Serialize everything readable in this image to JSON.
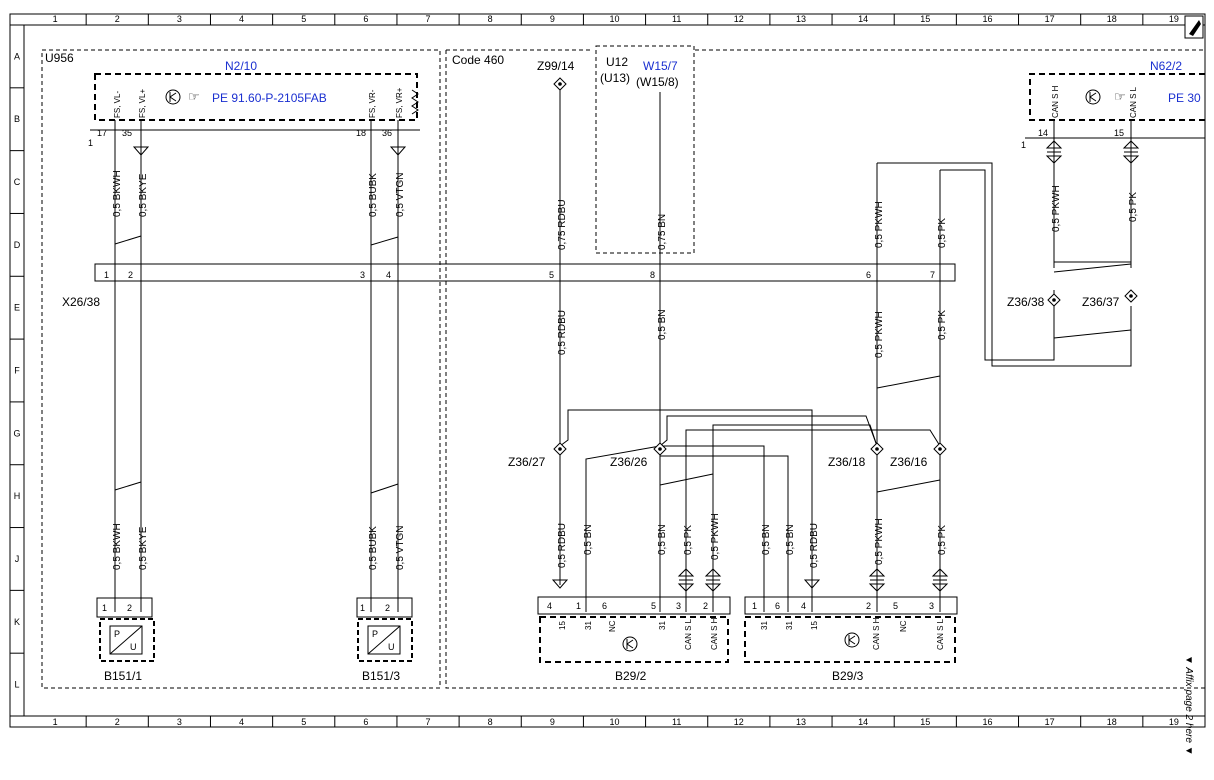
{
  "grid": {
    "columns": [
      "1",
      "2",
      "3",
      "4",
      "5",
      "6",
      "7",
      "8",
      "9",
      "10",
      "11",
      "12",
      "13",
      "14",
      "15",
      "16",
      "17",
      "18",
      "19"
    ],
    "rows": [
      "A",
      "B",
      "C",
      "D",
      "E",
      "F",
      "G",
      "H",
      "J",
      "K",
      "L"
    ]
  },
  "regions": {
    "left_box": "U956",
    "code_box": "Code 460"
  },
  "components": {
    "n2_10": {
      "name": "N2/10",
      "ref": "PE 91.60-P-2105FAB",
      "pins": {
        "p17": "17",
        "p35": "35",
        "p18": "18",
        "p36": "36"
      },
      "pin_labels": {
        "a": "FS, VL-",
        "b": "FS, VL+",
        "c": "FS, VR-",
        "d": "FS, VR+"
      },
      "ground": "1"
    },
    "n62_2": {
      "name": "N62/2",
      "ref": "PE 30",
      "pins": {
        "p14": "14",
        "p15": "15"
      },
      "pin_labels": {
        "a": "CAN S H",
        "b": "CAN S L"
      },
      "ground": "1"
    },
    "z99_14": {
      "name": "Z99/14"
    },
    "u12": {
      "name": "U12",
      "sub": "(U13)",
      "w1": "W15/7",
      "w2": "(W15/8)"
    },
    "x26_38": {
      "name": "X26/38",
      "pins": [
        "1",
        "2",
        "3",
        "4",
        "5",
        "8",
        "6",
        "7"
      ]
    },
    "z36_38": {
      "name": "Z36/38"
    },
    "z36_37": {
      "name": "Z36/37"
    },
    "z36_27": {
      "name": "Z36/27"
    },
    "z36_26": {
      "name": "Z36/26"
    },
    "z36_18": {
      "name": "Z36/18"
    },
    "z36_16": {
      "name": "Z36/16"
    },
    "b151_1": {
      "name": "B151/1",
      "pins": [
        "1",
        "2"
      ],
      "sym": [
        "P",
        "U"
      ]
    },
    "b151_3": {
      "name": "B151/3",
      "pins": [
        "1",
        "2"
      ],
      "sym": [
        "P",
        "U"
      ]
    },
    "b29_2": {
      "name": "B29/2",
      "pins": [
        "4",
        "1",
        "6",
        "5",
        "3",
        "2"
      ],
      "pin_labels": [
        "15",
        "31",
        "NC",
        "31",
        "CAN S L",
        "CAN S H"
      ]
    },
    "b29_3": {
      "name": "B29/3",
      "pins": [
        "1",
        "6",
        "4",
        "2",
        "5",
        "3"
      ],
      "pin_labels": [
        "31",
        "31",
        "15",
        "CAN S H",
        "NC",
        "CAN S L"
      ]
    }
  },
  "wires": {
    "bkwh": "0,5 BKWH",
    "bkye": "0,5 BKYE",
    "bubk": "0,5 BUBK",
    "vtgn": "0,5 VTGN",
    "rdbu075": "0,75 RDBU",
    "bn075": "0,75 BN",
    "pkwh": "0,5 PKWH",
    "pk": "0,5 PK",
    "rdbu": "0,5 RDBU",
    "bn": "0,5 BN"
  },
  "notes": {
    "affix": "▼ Affix page 2 here ▼"
  }
}
